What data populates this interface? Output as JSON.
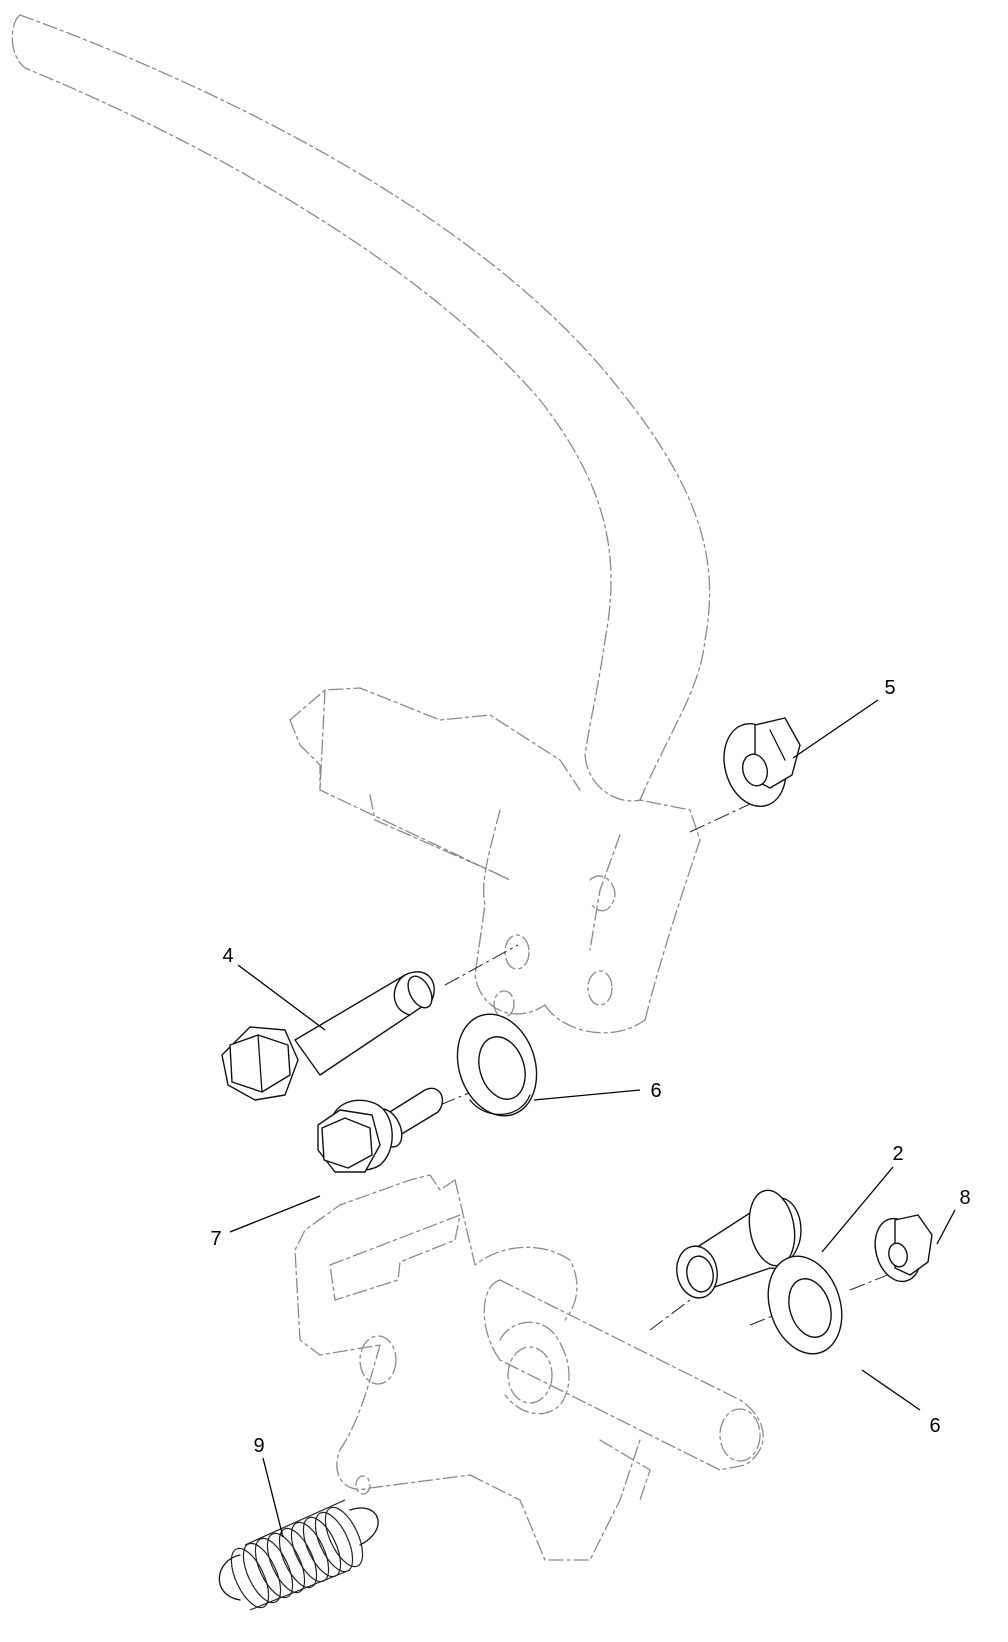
{
  "callouts": [
    {
      "id": "c5",
      "label": "5"
    },
    {
      "id": "c4",
      "label": "4"
    },
    {
      "id": "c6a",
      "label": "6"
    },
    {
      "id": "c2",
      "label": "2"
    },
    {
      "id": "c8",
      "label": "8"
    },
    {
      "id": "c7",
      "label": "7"
    },
    {
      "id": "c6b",
      "label": "6"
    },
    {
      "id": "c9",
      "label": "9"
    }
  ]
}
